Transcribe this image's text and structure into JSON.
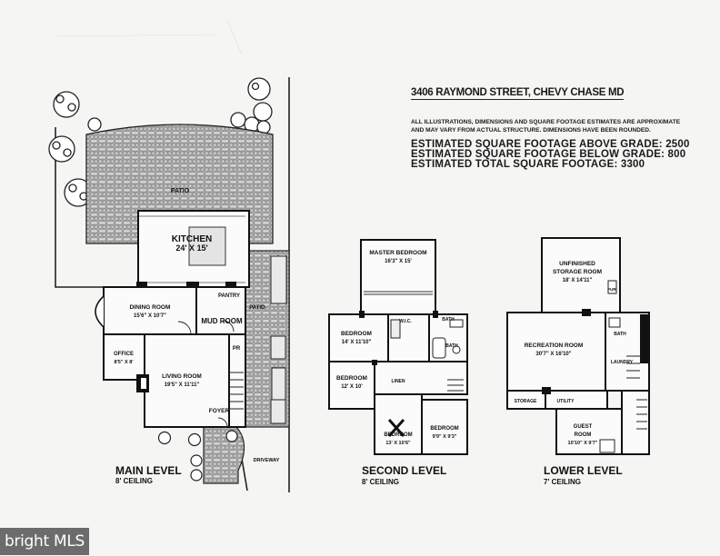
{
  "header": {
    "address": "3406 RAYMOND STREET, CHEVY CHASE MD",
    "disclaimer": "ALL ILLUSTRATIONS, DIMENSIONS AND SQUARE FOOTAGE ESTIMATES ARE APPROXIMATE AND MAY VARY FROM ACTUAL STRUCTURE. DIMENSIONS HAVE BEEN ROUNDED.",
    "sqft_above": "ESTIMATED SQUARE FOOTAGE ABOVE GRADE: 2500",
    "sqft_below": "ESTIMATED SQUARE FOOTAGE BELOW GRADE: 800",
    "sqft_total": "ESTIMATED TOTAL SQUARE FOOTAGE: 3300"
  },
  "main_level": {
    "title": "MAIN LEVEL",
    "ceiling": "8' CEILING",
    "rooms": {
      "patio": "PATIO",
      "kitchen_name": "KITCHEN",
      "kitchen_dim": "24' X 15'",
      "dining_name": "DINING ROOM",
      "dining_dim": "15'6\" X 10'7\"",
      "pantry": "PANTRY",
      "mudroom": "MUD ROOM",
      "patio_side": "PATIO",
      "office_name": "OFFICE",
      "office_dim": "8'5\" X 8'",
      "pr": "PR",
      "living_name": "LIVING ROOM",
      "living_dim": "19'5\" X 11'11\"",
      "foyer": "FOYER",
      "driveway": "DRIVEWAY"
    }
  },
  "second_level": {
    "title": "SECOND LEVEL",
    "ceiling": "8' CEILING",
    "rooms": {
      "master_name": "MASTER BEDROOM",
      "master_dim": "16'3\" X 15'",
      "wic": "W.I.C.",
      "bath1": "BATH",
      "bed1_name": "BEDROOM",
      "bed1_dim": "14' X 11'10\"",
      "bath2": "BATH",
      "bed2_name": "BEDROOM",
      "bed2_dim": "12' X 10'",
      "linen": "LINEN",
      "bed3_name": "BEDROOM",
      "bed3_dim": "13' X 10'6\"",
      "bed4_name": "BEDROOM",
      "bed4_dim": "9'9\" X 9'3\""
    }
  },
  "lower_level": {
    "title": "LOWER LEVEL",
    "ceiling": "7' CEILING",
    "rooms": {
      "unfinished_name": "UNFINISHED",
      "unfinished_name2": "STORAGE ROOM",
      "unfinished_dim": "18' X 14'11\"",
      "furnace": "FUR",
      "rec_name": "RECREATION ROOM",
      "rec_dim": "30'7\" X 16'10\"",
      "bath": "BATH",
      "laundry": "LAUNDRY",
      "storage": "STORAGE",
      "utility": "UTILITY",
      "guest_name": "GUEST",
      "guest_name2": "ROOM",
      "guest_dim": "10'10\" X 9'7\""
    }
  },
  "watermark": {
    "text": "bright MLS"
  }
}
